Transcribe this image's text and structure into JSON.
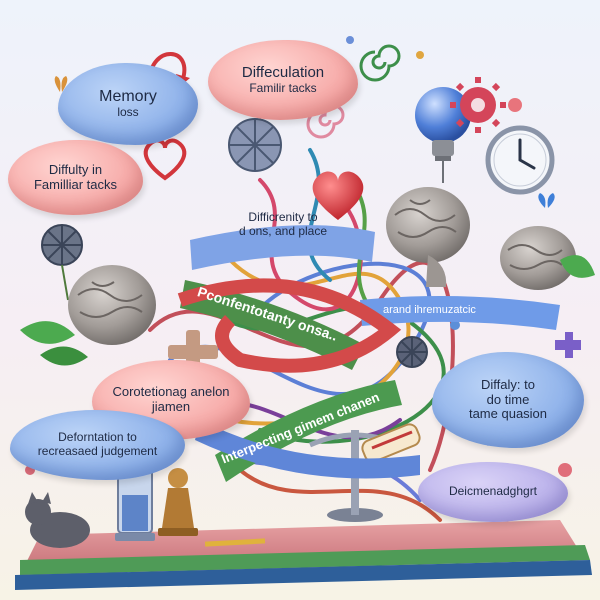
{
  "bubbles": {
    "memory_loss": {
      "line1": "Memory",
      "line2": "loss"
    },
    "diffeculation": {
      "line1": "Diffeculation",
      "line2": "Familir tacks"
    },
    "diffulty_familiar": {
      "line1": "Diffulty in",
      "line2": "Familliar tacks"
    },
    "difficrenity": {
      "line1": "Difficrenity to",
      "line2": "d ons, and place"
    },
    "corotetion": {
      "line1": "Corotetionag anelon",
      "line2": "jiamen"
    },
    "deforntation": {
      "line1": "Deforntation to",
      "line2": "recreasaed judgement"
    },
    "diffaly": {
      "line1": "Diffaly: to",
      "line2": "do time",
      "line3": "tame quasion"
    },
    "deicmenadghgrt": {
      "line1": "Deicmenadghgrt"
    }
  },
  "ribbons": {
    "arand": "arand ihremuzatcic",
    "pconfentotant": "Pconfentotanty onsa..",
    "interpecting": "Interpecting gimem chanen"
  },
  "colors": {
    "cloud_blue": "#8fb2ea",
    "cloud_pink": "#f6a8a6",
    "cloud_lavender": "#b9b0ea",
    "ribbon_blue": "#5f86d8",
    "ribbon_green": "#3d9a4e",
    "ribbon_red": "#d9534f",
    "brain_gray": "#9b9591"
  },
  "icons": [
    "lightbulb-icon",
    "clock-icon",
    "gear-icon",
    "heart-icon",
    "butterfly-icon",
    "hourglass-icon",
    "cat-icon",
    "dandelion-icon",
    "puzzle-icon",
    "spiral-icon"
  ]
}
